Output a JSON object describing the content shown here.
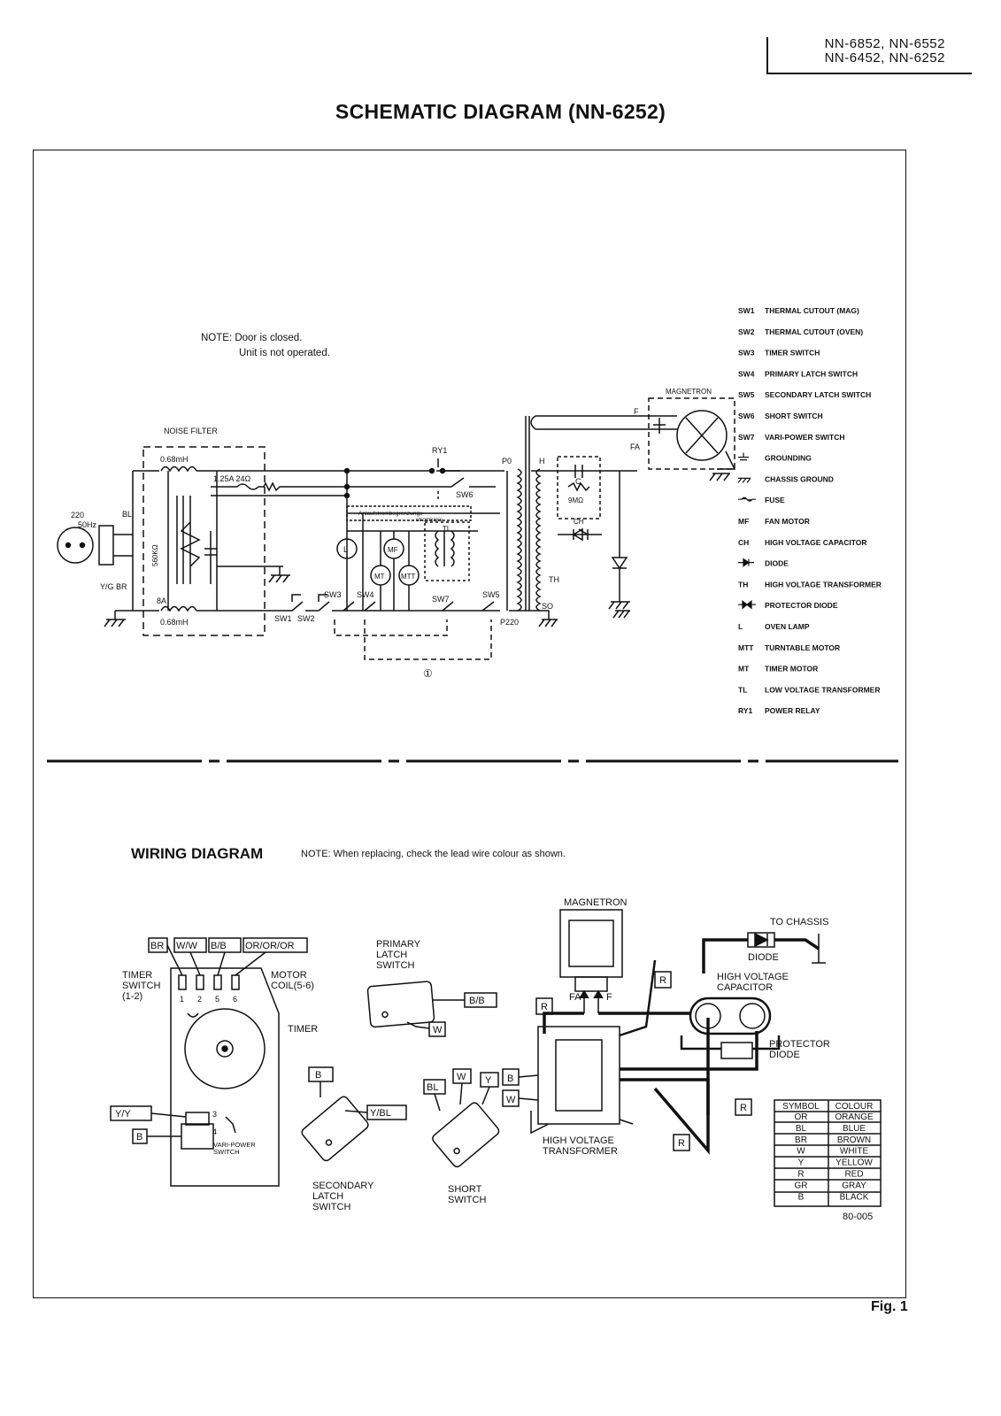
{
  "header": {
    "models_line1": "NN-6852, NN-6552",
    "models_line2": "NN-6452, NN-6252",
    "title": "SCHEMATIC DIAGRAM (NN-6252)"
  },
  "schematic": {
    "note_line1": "NOTE: Door is closed.",
    "note_line2": "Unit is not operated.",
    "noise_filter": "NOISE FILTER",
    "supply_voltage": "220",
    "supply_freq": "50Hz",
    "bl": "BL",
    "yg_br": "Y/G BR",
    "ind_top": "0.68mH",
    "ind_bot": "0.68mH",
    "fuse_label": "1.25A 24Ω",
    "res_560": "560KΩ",
    "fuse_8a": "8A",
    "ry1": "RY1",
    "sw6": "SW6",
    "anlauf_1": "Anlaufstrombegrenzungs-",
    "anlauf_2": "stromkreis",
    "tl": "TL",
    "l": "L",
    "mf": "MF",
    "mt": "MT",
    "mtt": "MTT",
    "sw1": "SW1",
    "sw2": "SW2",
    "sw3": "SW3",
    "sw4": "SW4",
    "sw5": "SW5",
    "sw7": "SW7",
    "p0": "P0",
    "p220": "P220",
    "h": "H",
    "so": "SO",
    "th": "TH",
    "c": "C",
    "res_9m": "9MΩ",
    "ch": "CH",
    "magnetron": "MAGNETRON",
    "f": "F",
    "fa": "FA",
    "mark": "①"
  },
  "legend": [
    {
      "code": "SW1",
      "desc": "THERMAL CUTOUT (MAG)"
    },
    {
      "code": "SW2",
      "desc": "THERMAL CUTOUT (OVEN)"
    },
    {
      "code": "SW3",
      "desc": "TIMER SWITCH"
    },
    {
      "code": "SW4",
      "desc": "PRIMARY LATCH SWITCH"
    },
    {
      "code": "SW5",
      "desc": "SECONDARY LATCH SWITCH"
    },
    {
      "code": "SW6",
      "desc": "SHORT SWITCH"
    },
    {
      "code": "SW7",
      "desc": "VARI-POWER SWITCH"
    },
    {
      "code": "",
      "desc": "GROUNDING"
    },
    {
      "code": "",
      "desc": "CHASSIS GROUND"
    },
    {
      "code": "",
      "desc": "FUSE"
    },
    {
      "code": "MF",
      "desc": "FAN MOTOR"
    },
    {
      "code": "CH",
      "desc": "HIGH VOLTAGE CAPACITOR"
    },
    {
      "code": "",
      "desc": "DIODE"
    },
    {
      "code": "TH",
      "desc": "HIGH VOLTAGE TRANSFORMER"
    },
    {
      "code": "",
      "desc": "PROTECTOR DIODE"
    },
    {
      "code": "L",
      "desc": "OVEN LAMP"
    },
    {
      "code": "MTT",
      "desc": "TURNTABLE MOTOR"
    },
    {
      "code": "MT",
      "desc": "TIMER MOTOR"
    },
    {
      "code": "TL",
      "desc": "LOW VOLTAGE TRANSFORMER"
    },
    {
      "code": "RY1",
      "desc": "POWER RELAY"
    }
  ],
  "wiring": {
    "title": "WIRING DIAGRAM",
    "note": "NOTE:  When replacing, check the lead wire colour as shown.",
    "timer_tags": [
      "BR",
      "W/W",
      "B/B",
      "OR/OR/OR"
    ],
    "timer_switch_1": "TIMER",
    "timer_switch_2": "SWITCH",
    "timer_switch_3": "(1-2)",
    "motor_coil_1": "MOTOR",
    "motor_coil_2": "COIL(5-6)",
    "timer": "TIMER",
    "pins": [
      "1",
      "2",
      "5",
      "6"
    ],
    "pin3": "3",
    "pin4": "4",
    "yy": "Y/Y",
    "b": "B",
    "vari_1": "VARI-POWER",
    "vari_2": "SWITCH",
    "primary_1": "PRIMARY",
    "primary_2": "LATCH",
    "primary_3": "SWITCH",
    "bb_tag": "B/B",
    "w_tag": "W",
    "secondary_1": "SECONDARY",
    "secondary_2": "LATCH",
    "secondary_3": "SWITCH",
    "ybl_tag": "Y/BL",
    "b_tag2": "B",
    "short_1": "SHORT",
    "short_2": "SWITCH",
    "bl_tag": "BL",
    "w_tag2": "W",
    "y_tag": "Y",
    "magnetron": "MAGNETRON",
    "fa": "FA",
    "f": "F",
    "r": "R",
    "to_chassis": "TO CHASSIS",
    "diode": "DIODE",
    "hvc_1": "HIGH VOLTAGE",
    "hvc_2": "CAPACITOR",
    "prot_1": "PROTECTOR",
    "prot_2": "DIODE",
    "hvt_1": "HIGH VOLTAGE",
    "hvt_2": "TRANSFORMER",
    "code": "80-005"
  },
  "colour_table": {
    "headers": [
      "SYMBOL",
      "COLOUR"
    ],
    "rows": [
      [
        "OR",
        "ORANGE"
      ],
      [
        "BL",
        "BLUE"
      ],
      [
        "BR",
        "BROWN"
      ],
      [
        "W",
        "WHITE"
      ],
      [
        "Y",
        "YELLOW"
      ],
      [
        "R",
        "RED"
      ],
      [
        "GR",
        "GRAY"
      ],
      [
        "B",
        "BLACK"
      ]
    ]
  },
  "figure": "Fig. 1"
}
